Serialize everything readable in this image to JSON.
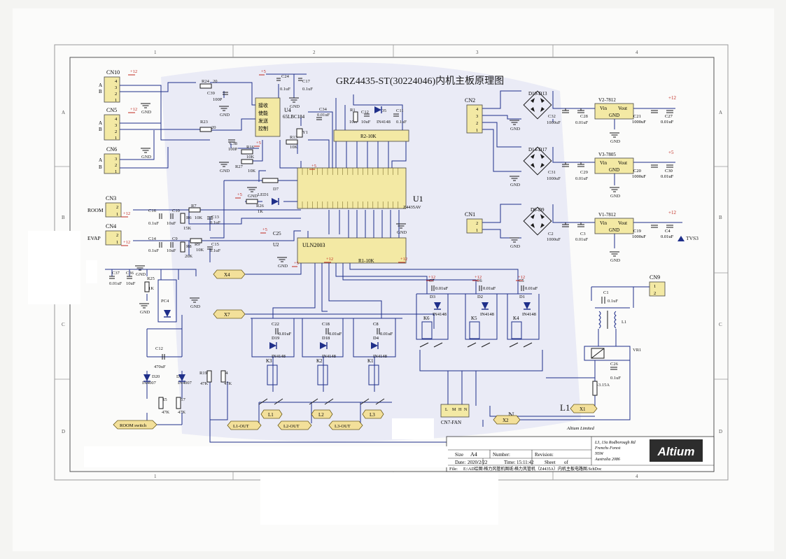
{
  "title": "GRZ4435-ST(30224046)内机主板原理图",
  "colors": {
    "paper": "#ffffff",
    "tint": "#dcdff2",
    "wire": "#1f2f8a",
    "power": "#c0281e",
    "part": "#f3e9a4",
    "ink": "#1a1a1a",
    "grid": "#777777"
  },
  "frame": {
    "col_labels": [
      "1",
      "2",
      "3",
      "4"
    ],
    "row_labels": [
      "A",
      "B",
      "C",
      "D"
    ]
  },
  "connectors": {
    "cn10": {
      "ref": "CN10",
      "pins": [
        "4",
        "3",
        "2",
        "1"
      ],
      "ab": [
        "A",
        "B"
      ]
    },
    "cn5": {
      "ref": "CN5",
      "pins": [
        "4",
        "3",
        "2",
        "1"
      ],
      "ab": [
        "A",
        "B"
      ]
    },
    "cn6": {
      "ref": "CN6",
      "pins": [
        "3",
        "2",
        "1"
      ],
      "ab": [
        "A",
        "B"
      ]
    },
    "cn3": {
      "ref": "CN3",
      "pins": [
        "2",
        "1"
      ],
      "side": "ROOM"
    },
    "cn4": {
      "ref": "CN4",
      "pins": [
        "2",
        "1"
      ],
      "side": "EVAP"
    },
    "cn2": {
      "ref": "CN2",
      "pins": [
        "4",
        "3",
        "2",
        "1"
      ]
    },
    "cn1": {
      "ref": "CN1",
      "pins": [
        "2",
        "1"
      ]
    },
    "cn9": {
      "ref": "CN9",
      "pins": [
        "1",
        "2"
      ]
    },
    "cn7": {
      "ref": "CN7-FAN",
      "pins": [
        "L",
        "M",
        "H",
        "N"
      ]
    }
  },
  "rails": {
    "p12": "+12",
    "p5": "+5",
    "gnd": "GND"
  },
  "passives_top": {
    "r24": "R24",
    "r24v": "20",
    "c39": "C39",
    "c39v": "100P",
    "r23": "R23",
    "r23v": "20",
    "c38": "C38",
    "c38v": "100P",
    "c24": "C24",
    "c24v": "0.1uF",
    "c17": "C17",
    "c17v": "0.1uF",
    "r16": "R16",
    "r16v": "10K",
    "r27": "R27",
    "r27v": "10K",
    "r13": "R13",
    "r13v": "10K",
    "c34": "C34",
    "c34v": "0.01uF",
    "y1": "Y1",
    "r1": "R1",
    "r1v": "10K",
    "c12a": "C12",
    "c12av": "10uF",
    "d5": "D5",
    "d5v": "IN4148",
    "c11": "C11",
    "c11v": "0.1uF",
    "r2": "R2-10K"
  },
  "u4": {
    "ref": "U4",
    "part": "65LBC184",
    "pins": [
      "接收",
      "使能",
      "发送",
      "控制"
    ]
  },
  "u1": {
    "ref": "U1",
    "part": "Z4435AV"
  },
  "u2": {
    "ref": "U2",
    "part": "ULN2003",
    "r1": "R1-10K",
    "c25": "C25"
  },
  "led": {
    "ref": "LED1",
    "r": "R26",
    "rv": "1K",
    "d7": "D7"
  },
  "sensor": {
    "c16": "C16",
    "c16v": "0.1uF",
    "c10": "C10",
    "c10v": "10uF",
    "r6": "R6",
    "r6v": "10K",
    "r7": "R7",
    "c13": "C13",
    "c13v": "0.1uF",
    "r6b": "15K",
    "c14": "C14",
    "c14v": "0.1uF",
    "c9": "C9",
    "c9v": "10uF",
    "r8": "R8",
    "r8v": "20K",
    "r9": "R9",
    "r9v": "10K",
    "c15": "C15",
    "c15v": "0.1uF"
  },
  "rectifiers": {
    "d1": "D10-D13",
    "d2": "D14-D17",
    "d3": "D6-D9",
    "c32": "C32",
    "c32v": "1000uF",
    "c28": "C28",
    "c28v": "0.01uF",
    "c31": "C31",
    "c31v": "1000uF",
    "c29": "C29",
    "c29v": "0.01uF",
    "c2": "C2",
    "c2v": "1000uF",
    "c3": "C3",
    "c3v": "0.01uF"
  },
  "regulators": [
    {
      "ref": "V2-7812",
      "vin": "Vin",
      "vout": "Vout",
      "gnd": "GND",
      "cin": "C21",
      "cinv": "1000uF",
      "cout": "C27",
      "coutv": "0.01uF",
      "out": "+12"
    },
    {
      "ref": "V3-7805",
      "vin": "Vin",
      "vout": "Vout",
      "gnd": "GND",
      "cin": "C20",
      "cinv": "1000uF",
      "cout": "C30",
      "coutv": "0.01uF",
      "out": "+5"
    },
    {
      "ref": "V1-7812",
      "vin": "Vin",
      "vout": "Vout",
      "gnd": "GND",
      "cin": "C19",
      "cinv": "1000uF",
      "cout": "C4",
      "coutv": "0.01uF",
      "out": "+12"
    }
  ],
  "tvs": "TVS3",
  "optocoupler": {
    "c37": "C37",
    "c37v": "0.01uF",
    "c36": "C36",
    "c36v": "10uF",
    "r25": "R25",
    "r25v": "1K",
    "pc4": "PC4",
    "c12": "C12",
    "c12v": "470uF",
    "d20": "D20",
    "d20v": "IN4007",
    "d21": "D21",
    "d21v": "IN4007",
    "r5": "R5",
    "r5v": "47K",
    "r17": "R17",
    "r17v": "47K",
    "r19": "R19",
    "r19v": "47K",
    "r4": "R4",
    "r4v": "47K"
  },
  "relays_top": [
    {
      "cap": "C7",
      "capv": "0.01uF",
      "diode": "D3",
      "diodev": "IN4148",
      "relay": "K6"
    },
    {
      "cap": "C6",
      "capv": "0.01uF",
      "diode": "D2",
      "diodev": "IN4148",
      "relay": "K5"
    },
    {
      "cap": "C5",
      "capv": "0.01uF",
      "diode": "D1",
      "diodev": "IN4148",
      "relay": "K4"
    }
  ],
  "relays_bottom": [
    {
      "cap": "C22",
      "capv": "0.01uF",
      "diode": "D19",
      "diodev": "IN4148",
      "relay": "K3",
      "tab": "L1",
      "out": "L1-OUT"
    },
    {
      "cap": "C18",
      "capv": "0.01uF",
      "diode": "D18",
      "diodev": "IN4148",
      "relay": "K2",
      "tab": "L2",
      "out": "L2-OUT"
    },
    {
      "cap": "C8",
      "capv": "0.01uF",
      "diode": "D4",
      "diodev": "IN4148",
      "relay": "K1",
      "tab": "L3",
      "out": "L3-OUT"
    }
  ],
  "mains": {
    "c1": "C1",
    "c1v": "0.1uF",
    "l1": "L1",
    "vr1": "VR1",
    "c26": "C26",
    "c26v": "0.1uF",
    "fuse": "F1-3.15A",
    "l1big": "L1",
    "n": "N"
  },
  "ports": {
    "x1": "X1",
    "x2": "X2",
    "x4": "X4",
    "x7": "X7",
    "room_switch": "ROOM switch"
  },
  "titleblock": {
    "size_label": "Size",
    "size": "A4",
    "number_label": "Number:",
    "revision_label": "Revision:",
    "date_label": "Date:",
    "date": "2020/2/22",
    "time_label": "Time:",
    "time": "15:11:42",
    "sheet_label": "Sheet",
    "sheet_of": "of",
    "file_label": "File:",
    "file": "E:\\AD绘图\\格力风管机图纸\\格力风管机（Z4435A）内机主板电路图.SchDoc",
    "address": [
      "L3, 13a Rodborough Rd",
      "Frenchs Forest",
      "NSW",
      "Australia 2086"
    ],
    "logo": "Altium",
    "company": "Altium Limited"
  }
}
